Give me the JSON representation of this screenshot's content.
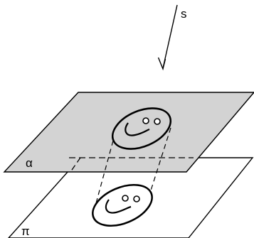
{
  "labels": {
    "direction": "s",
    "upper_plane": "α",
    "lower_plane": "π"
  },
  "colors": {
    "upper_plane_fill": "#d3d3d3",
    "stroke": "#000000",
    "background": "#ffffff"
  }
}
